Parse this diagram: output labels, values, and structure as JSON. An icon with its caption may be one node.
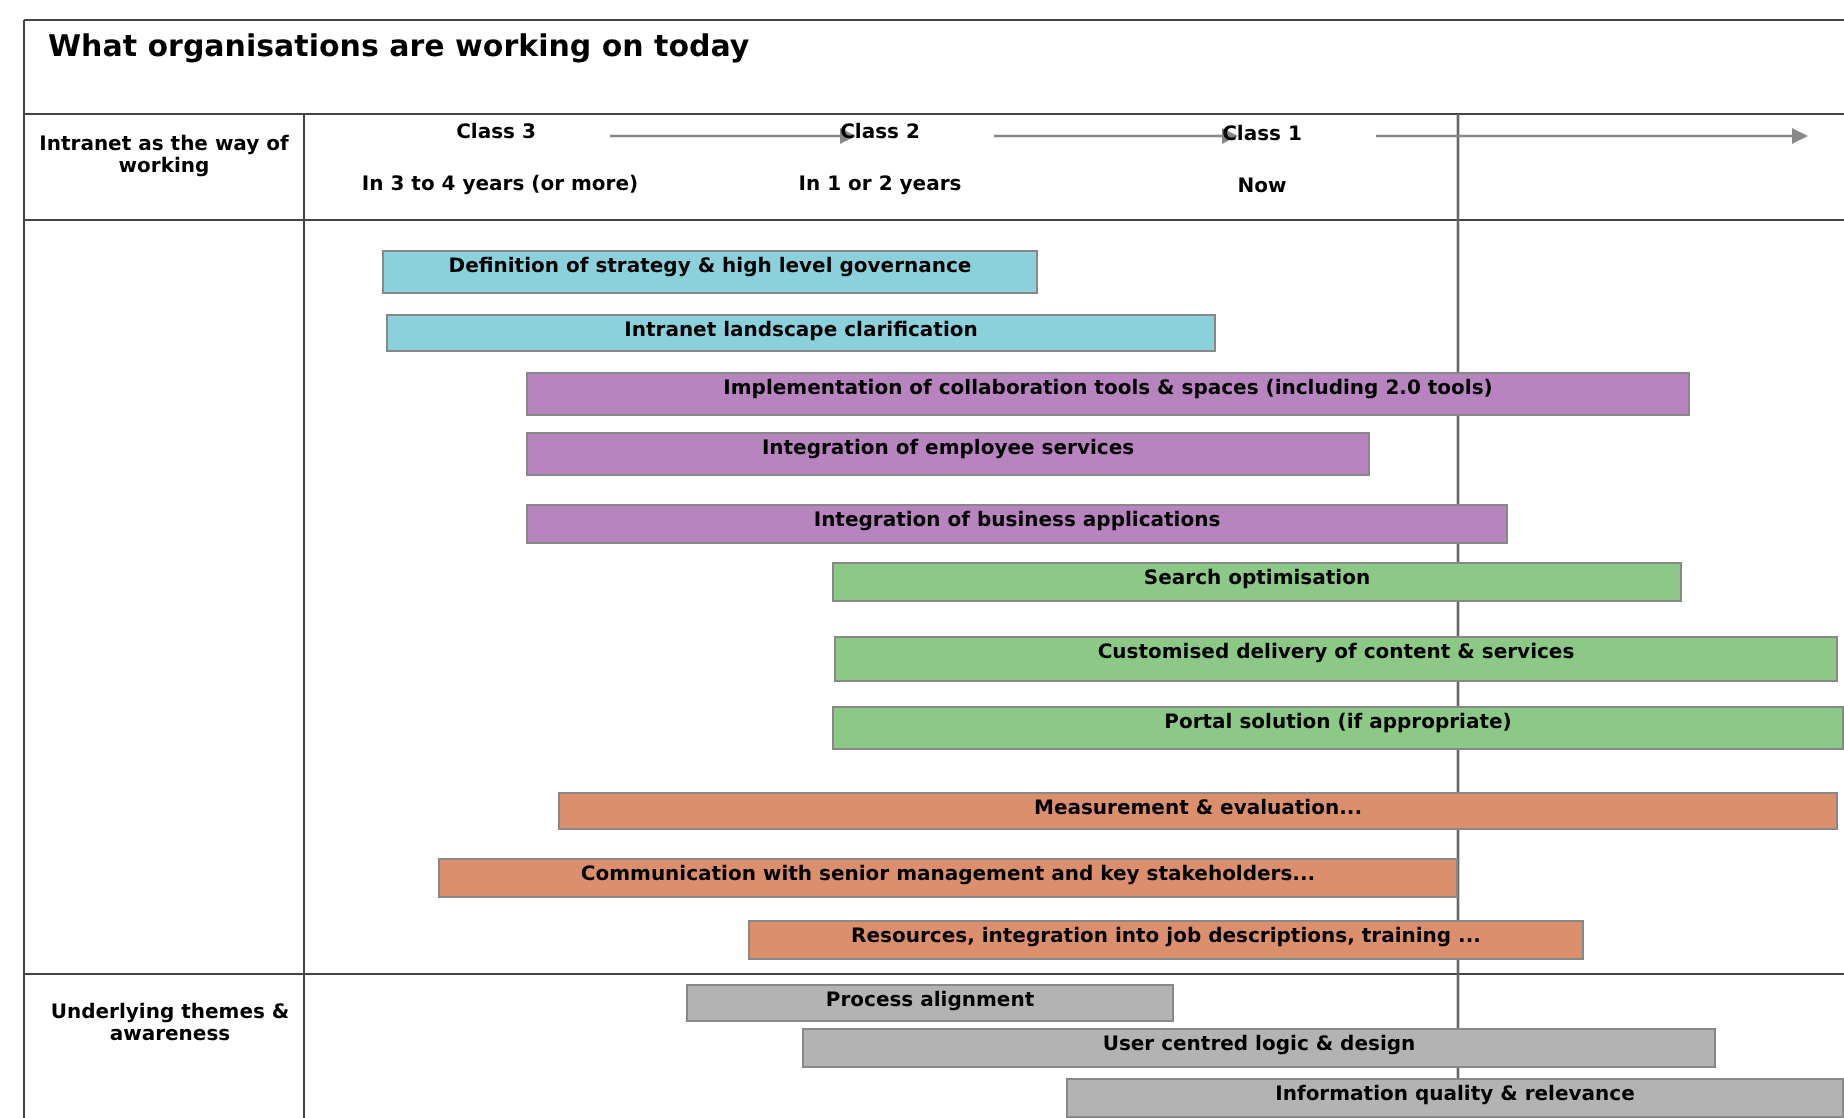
{
  "diagram": {
    "title": "What organisations are working on today",
    "nodes": [
      {
        "text": [
          "Class 3"
        ]
      },
      {
        "text": [
          "Class 2"
        ]
      },
      {
        "text": [
          "Class 1"
        ]
      },
      {
        "text": [
          "Definition of strategy & high level governance"
        ]
      },
      {
        "text": [
          "Intranet landscape clarification"
        ]
      },
      {
        "text": [
          "Implementation of collaboration tools & spaces (including 2.0 tools)"
        ]
      },
      {
        "text": [
          "Integration of employee services"
        ]
      },
      {
        "text": [
          "Integration of business applications"
        ]
      },
      {
        "text": [
          "Search optimisation"
        ]
      },
      {
        "text": [
          "Customised delivery of content & services"
        ]
      },
      {
        "text": [
          "Portal solution (if appropriate)"
        ]
      },
      {
        "text": [
          "Measurement & evaluation..."
        ]
      },
      {
        "text": [
          "Communication with senior management and key stakeholders..."
        ]
      },
      {
        "text": [
          "Resources, integration into job descriptions, training ..."
        ]
      },
      {
        "text": [
          "Process alignment"
        ]
      },
      {
        "text": [
          "User centred logic & design"
        ]
      },
      {
        "text": [
          "Information quality & relevance"
        ]
      }
    ],
    "edges": [
      {
        "from": 0,
        "to": 1,
        "arrow": "to"
      },
      {
        "from": 1,
        "to": 2,
        "arrow": "to"
      },
      {
        "from": 2,
        "to": null,
        "arrow": "to"
      }
    ],
    "labels": [
      "Intranet as the way of working",
      "In 3 to 4 years (or more)",
      "In 1 or 2 years",
      "Now",
      "Underlying themes & awareness"
    ]
  }
}
